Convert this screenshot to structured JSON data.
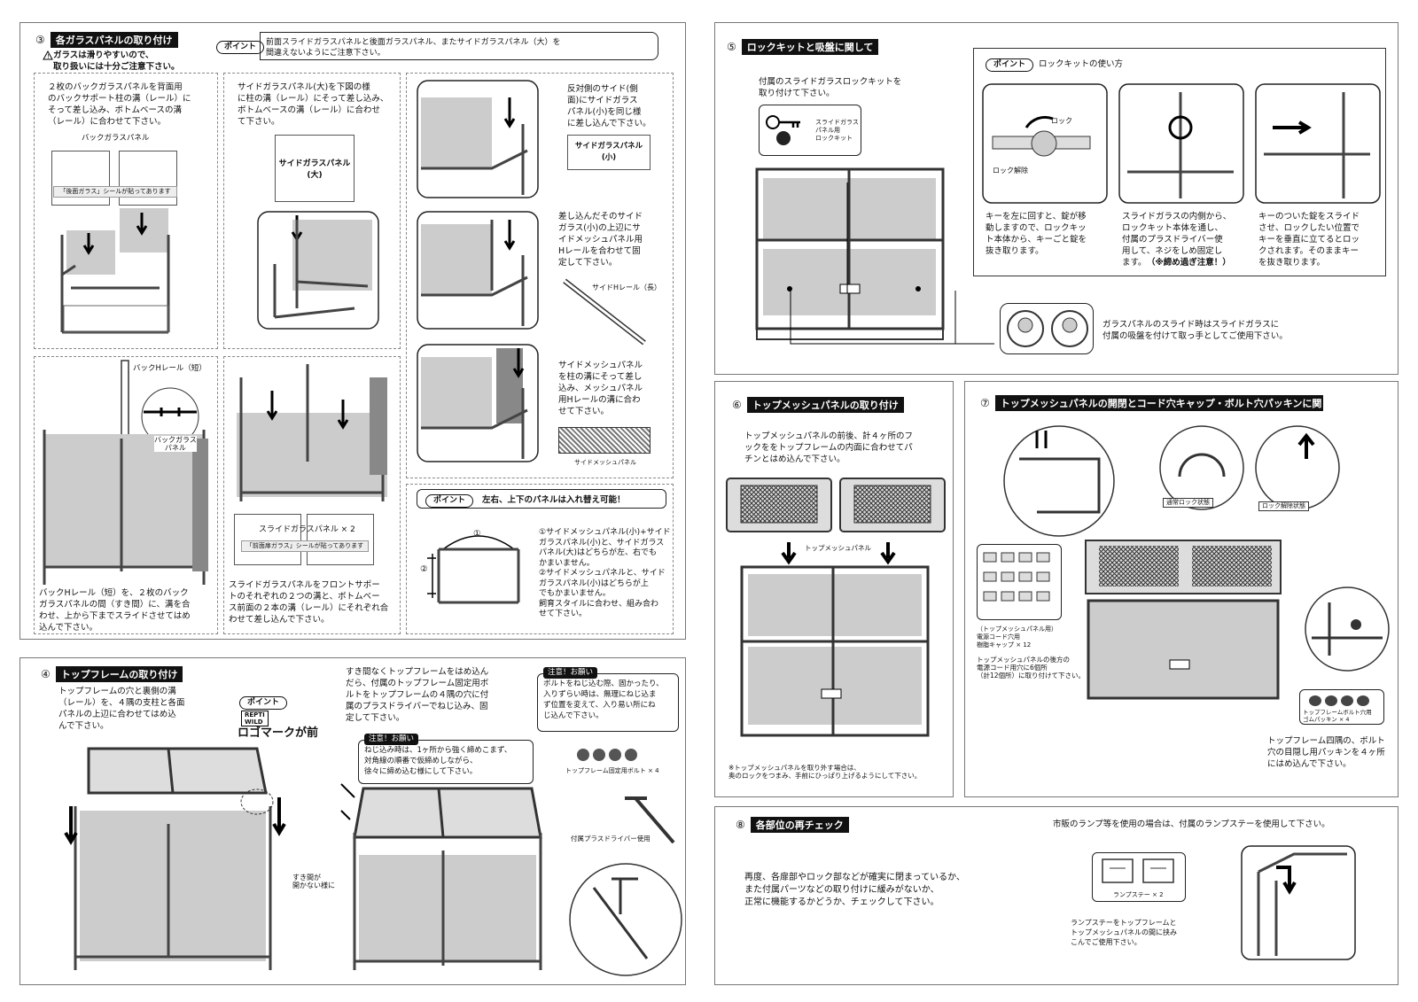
{
  "s3": {
    "num": "③",
    "title": "各ガラスパネルの取り付け",
    "warning": "ガラスは滑りやすいので、\n取り扱いには十分ご注意下さい。",
    "point_label": "ポイント",
    "point_text": "前面スライドガラスパネルと後面ガラスパネル、またサイドガラスパネル（大）を\n間違えないようにご注意下さい。",
    "p1_text": "２枚のバックガラスパネルを背面用\nのバックサポート柱の溝（レール）に\nそって差し込み、ボトムベースの溝\n（レール）に合わせて下さい。",
    "p1_caption": "バックガラスパネル",
    "p1_sticker": "「後面ガラス」シールが貼ってあります",
    "p2_text": "サイドガラスパネル(大)を下図の様\nに柱の溝（レール）にそって差し込み、\nボトムベースの溝（レール）に合わせ\nて下さい。",
    "p2_panel": "サイドガラスパネル\n(大)",
    "p3a_text": "反対側のサイド(側\n面)にサイドガラス\nパネル(小)を同じ様\nに差し込んで下さい。",
    "p3a_panel": "サイドガラスパネル\n(小)",
    "p3b_text": "差し込んだそのサイド\nガラス(小)の上辺にサ\nイドメッシュパネル用\nHレールを合わせて固\n定して下さい。",
    "p3b_caption": "サイドHレール（長）",
    "p3c_text": "サイドメッシュパネル\nを柱の溝にそって差し\n込み、メッシュパネル\n用Hレールの溝に合わ\nせて下さい。",
    "p3c_caption": "サイドメッシュパネル",
    "p4_label": "バックHレール（短）",
    "p4_callout": "バックガラス\nパネル",
    "p4_text": "バックHレール（短）を、２枚のバック\nガラスパネルの間（すき間）に、溝を合\nわせ、上から下までスライドさせてはめ\n込んで下さい。",
    "p5_panel": "スライドガラスパネル × 2",
    "p5_sticker": "「前面扉ガラス」シールが貼ってあります",
    "p5_text": "スライドガラスパネルをフロントサポー\nトのそれぞれの２つの溝と、ボトムベー\nス前面の２本の溝（レール）にそれぞれ合\nわせて差し込んで下さい。",
    "p6_point": "ポイント",
    "p6_title": "左右、上下のパネルは入れ替え可能！",
    "p6_text": "①サイドメッシュパネル(小)+サイド\nガラスパネル(小)と、サイドガラス\nパネル(大)はどちらが左、右でも\nかまいません。\n②サイドメッシュパネルと、サイド\nガラスパネル(小)はどちらが上\nでもかまいません。\n飼育スタイルに合わせ、組み合わ\nせて下さい。",
    "mark1": "①",
    "mark2": "②"
  },
  "s4": {
    "num": "④",
    "title": "トップフレームの取り付け",
    "text": "トップフレームの穴と裏側の溝\n（レール）を、４隅の支柱と各面\nパネルの上辺に合わせてはめ込\nんで下さい。",
    "point_label": "ポイント",
    "logo": "REPTI\nWILD",
    "logo_text": "ロゴマークが前",
    "text2": "すき間なくトップフレームをはめ込ん\nだら、付属のトップフレーム固定用ボ\nルトをトップフレームの４隅の穴に付\n属のプラスドライバーでねじ込み、固\n定して下さい。",
    "caution_label": "注意！お願い",
    "caution1": "ねじ込み時は、1ヶ所から強く締めこまず、\n対角線の順番で仮締めしながら、\n徐々に締め込む様にして下さい。",
    "caution2": "ボルトをねじ込む際、固かったり、\n入りずらい時は、無理にねじ込ま\nず位置を変えて、入り易い所にね\nじ込んで下さい。",
    "bolt_caption": "トップフレーム固定用ボルト × 4",
    "driver_caption": "付属プラスドライバー使用",
    "gap_caption": "すき間が\n開かない様に"
  },
  "s5": {
    "num": "⑤",
    "title": "ロックキットと吸盤に関して",
    "text": "付属のスライドガラスロックキットを\n取り付けて下さい。",
    "kit_caption": "スライドガラス\nパネル用\nロックキット",
    "point_label": "ポイント",
    "point_title": "ロックキットの使い方",
    "lock": "ロック",
    "unlock": "ロック解除",
    "step1": "キーを左に回すと、錠が移\n動しますので、ロックキッ\nト本体から、キーごと錠を\n抜き取ります。",
    "step2a": "スライドガラスの内側から、\nロックキット本体を通し、\n付属のプラスドライバー使\n用して、ネジをしめ固定し\nます。",
    "step2b": "（※締め過ぎ注意！）",
    "step3": "キーのついた錠をスライド\nさせ、ロックしたい位置で\nキーを垂直に立てるとロッ\nクされます。そのままキー\nを抜き取ります。",
    "suction_text": "ガラスパネルのスライド時はスライドガラスに\n付属の吸盤を付けて取っ手としてご使用下さい。"
  },
  "s6": {
    "num": "⑥",
    "title": "トップメッシュパネルの取り付け",
    "text": "トップメッシュパネルの前後、計４ヶ所のフ\nックををトップフレームの内面に合わせてパ\nチンとはめ込んで下さい。",
    "caption": "トップメッシュパネル",
    "footnote": "※トップメッシュパネルを取り外す場合は、\n奥のロックをつまみ、手前にひっぱり上げるようにして下さい。"
  },
  "s7": {
    "num": "⑦",
    "title": "トップメッシュパネルの開閉とコード穴キャップ・ボルト穴パッキンに関",
    "normal": "通常ロック状態",
    "release": "ロック解除状態",
    "cap_caption": "（トップメッシュパネル用）\n電源コード穴用\n樹脂キャップ × 12",
    "cap_text": "トップメッシュパネルの後方の\n電源コード用穴に6個所\n（計12個所）に取り付けて下さい。",
    "packing_caption": "トップフレームボルト穴用\nゴムパッキン × 4",
    "packing_text": "トップフレーム四隅の、ボルト\n穴の目隠し用パッキンを４ヶ所\nにはめ込んで下さい。"
  },
  "s8": {
    "num": "⑧",
    "title": "各部位の再チェック",
    "text": "再度、各扉部やロック部などが確実に閉まっているか、\nまた付属パーツなどの取り付けに緩みがないか、\n正常に機能するかどうか、チェックして下さい。",
    "lamp_title": "市販のランプ等を使用の場合は、付属のランプステーを使用して下さい。",
    "lamp_caption": "ランプステー × 2",
    "lamp_text": "ランプステーをトップフレームと\nトップメッシュパネルの間に挟み\nこんでご使用下さい。"
  }
}
